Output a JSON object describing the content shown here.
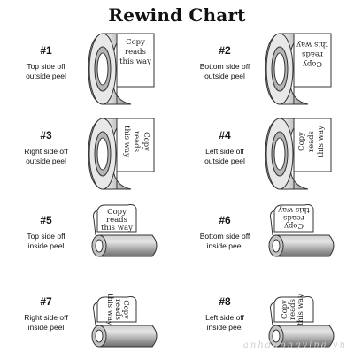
{
  "title": "Rewind Chart",
  "watermark": "anhduongvina.vn",
  "entries": [
    {
      "num": "#1",
      "line1": "Top side off",
      "line2": "outside peel",
      "copy": [
        "Copy",
        "reads",
        "this way"
      ]
    },
    {
      "num": "#2",
      "line1": "Bottom side off",
      "line2": "outside peel",
      "copy": [
        "Copy",
        "reads",
        "this way"
      ]
    },
    {
      "num": "#3",
      "line1": "Right side off",
      "line2": "outside peel",
      "copy": [
        "Copy",
        "reads",
        "this way"
      ]
    },
    {
      "num": "#4",
      "line1": "Left side off",
      "line2": "outside peel",
      "copy": [
        "Copy",
        "reads",
        "this way"
      ]
    },
    {
      "num": "#5",
      "line1": "Top side off",
      "line2": "inside peel",
      "copy": [
        "Copy",
        "reads",
        "this way"
      ]
    },
    {
      "num": "#6",
      "line1": "Bottom side off",
      "line2": "inside peel",
      "copy": [
        "Copy",
        "reads",
        "this way"
      ]
    },
    {
      "num": "#7",
      "line1": "Right side off",
      "line2": "inside peel",
      "copy": [
        "Copy",
        "reads",
        "this way"
      ]
    },
    {
      "num": "#8",
      "line1": "Left side off",
      "line2": "inside peel",
      "copy": [
        "Copy",
        "reads",
        "this way"
      ]
    }
  ]
}
